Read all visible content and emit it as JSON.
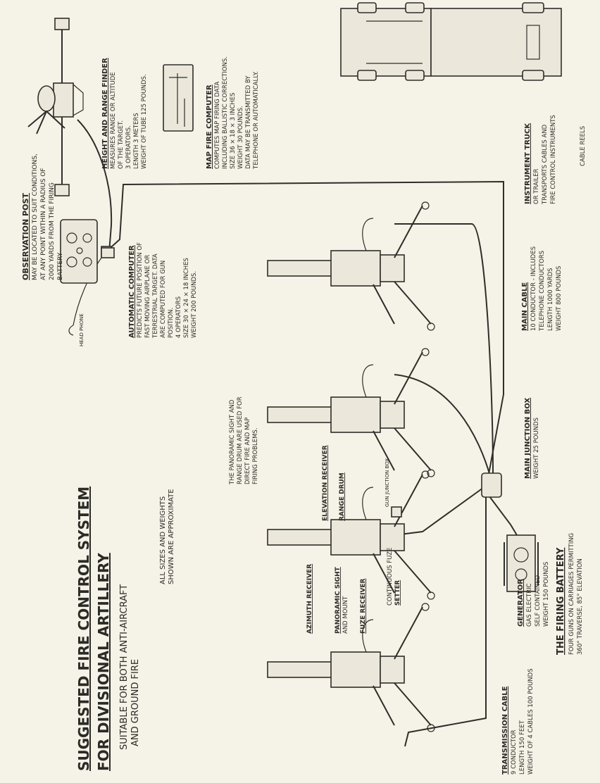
{
  "title": {
    "line1": "SUGGESTED FIRE CONTROL SYSTEM",
    "line2": "FOR DIVISIONAL ARTILLERY",
    "line3": "SUITABLE FOR BOTH ANTI-AIRCRAFT",
    "line4": "AND GROUND FIRE",
    "note1": "ALL SIZES AND WEIGHTS",
    "note2": "SHOWN ARE APPROXIMATE"
  },
  "observation_post": {
    "heading": "OBSERVATION POST",
    "lines": [
      "MAY BE LOCATED TO SUIT CONDITIONS,",
      "AT ANY POINT WITHIN A RADIUS OF",
      "2000 YARDS FROM THE FIRING",
      "BATTERY"
    ]
  },
  "range_finder": {
    "heading": "HEIGHT AND RANGE FINDER",
    "lines": [
      "MEASURES RANGE OR ALTITUDE",
      "OF THE TARGET.",
      "3 OPERATORS.",
      "LENGTH 3 METERS",
      "WEIGHT OF TUBE 125 POUNDS."
    ]
  },
  "map_computer": {
    "heading": "MAP FIRE COMPUTER",
    "lines": [
      "COMPUTES MAP FIRING DATA",
      "INCLUDING BALLISTIC CORRECTIONS.",
      "SIZE 36 × 18 × 3 INCHES",
      "WEIGHT 30 POUNDS.",
      "DATA MAY BE TRANSMITTED BY",
      "TELEPHONE OR AUTOMATICALLY."
    ]
  },
  "instrument_truck": {
    "heading": "INSTRUMENT TRUCK",
    "lines": [
      "OR TRAILER",
      "TRANSPORTS CABLES AND",
      "FIRE CONTROL INSTRUMENTS"
    ],
    "cable_reels": "CABLE REELS"
  },
  "automatic_computer": {
    "heading": "AUTOMATIC COMPUTER",
    "lines": [
      "PREDICTS FUTURE POSITION OF",
      "FAST MOVING AIRPLANE OR",
      "TERRESTRIAL TARGET. DATA",
      "ARE COMPUTED FOR GUN",
      "POSITION.",
      "4 OPERATORS",
      "SIZE 30 × 24 × 18 INCHES",
      "WEIGHT 200 POUNDS."
    ]
  },
  "head_phone": "HEAD PHONE",
  "main_cable": {
    "heading": "MAIN CABLE",
    "lines": [
      "10 CONDUCTOR - INCLUDES",
      "TELEPHONE CONDUCTORS",
      "LENGTH 1000 YARDS",
      "WEIGHT 800 POUNDS"
    ]
  },
  "main_junction": {
    "heading": "MAIN JUNCTION BOX",
    "lines": [
      "WEIGHT 25 POUNDS"
    ]
  },
  "gun_junction": "GUN JUNCTION BOX",
  "panoramic_note": [
    "THE PANORAMIC SIGHT AND",
    "RANGE DRUM ARE USED FOR",
    "DIRECT FIRE AND MAP",
    "FIRING PROBLEMS."
  ],
  "gun_parts": {
    "elevation_receiver": "ELEVATION RECEIVER",
    "range_drum": "RANGE DRUM",
    "azimuth_receiver": "AZIMUTH RECEIVER",
    "panoramic_sight": [
      "PANORAMIC SIGHT",
      "AND MOUNT"
    ],
    "fuze_receiver": "FUZE RECEIVER",
    "fuze_setter": [
      "CONTINUOUS FUZE",
      "SETTER"
    ]
  },
  "generator": {
    "heading": "GENERATOR",
    "lines": [
      "GAS ELECTRIC",
      "SELF CONTAINED",
      "WEIGHT 150 POUNDS"
    ]
  },
  "firing_battery": {
    "heading": "THE FIRING BATTERY",
    "lines": [
      "FOUR GUNS ON CARRIAGES PERMITTING",
      "360° TRAVERSE, 85° ELEVATION"
    ]
  },
  "transmission_cable": {
    "heading": "TRANSMISSION CABLE",
    "lines": [
      "9 CONDUCTOR",
      "LENGTH 150 FEET",
      "WEIGHT OF 4 CABLES 100 POUNDS"
    ]
  },
  "colors": {
    "paper": "#f5f2e7",
    "ink": "#2f2e2a"
  }
}
